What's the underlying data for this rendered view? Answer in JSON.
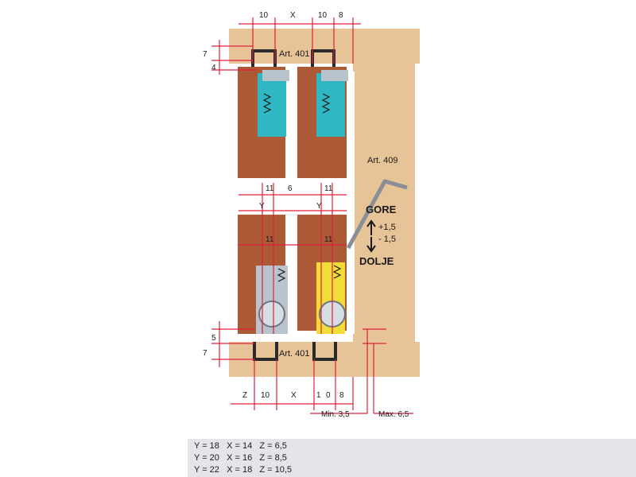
{
  "labels": {
    "art401_top": "Art. 401",
    "art401_bottom": "Art. 401",
    "art409": "Art. 409",
    "gore": "GORE",
    "plus": "+1,5",
    "minus": "- 1,5",
    "dolje": "DOLJE",
    "min": "Min. 3,5",
    "max": "Max. 6,5"
  },
  "dimensions": {
    "top_10a": "10",
    "top_x": "X",
    "top_10b": "10",
    "top_8": "8",
    "left_7_top": "7",
    "left_4": "4",
    "mid_11a": "11",
    "mid_6": "6",
    "mid_11b": "11",
    "mid_ya": "Y",
    "mid_yb": "Y",
    "low_11a": "11",
    "low_11b": "11",
    "left_5": "5",
    "left_7_bottom": "7",
    "bot_z": "Z",
    "bot_10": "10",
    "bot_x": "X",
    "bot_1": "1",
    "bot_0": "0",
    "bot_8": "8"
  },
  "legend": [
    "Y = 18   X = 14   Z = 6,5",
    "Y = 20   X = 16   Z = 8,5",
    "Y = 22   X = 18   Z = 10,5"
  ],
  "colors": {
    "wood_light": "#e7c398",
    "wood_dark": "#ab5a35",
    "rail": "#2a2a2a",
    "dim_red": "#e0203a",
    "cyan": "#2fb8c4",
    "yellow": "#f2dc3a",
    "steel": "#b9c3cc"
  }
}
